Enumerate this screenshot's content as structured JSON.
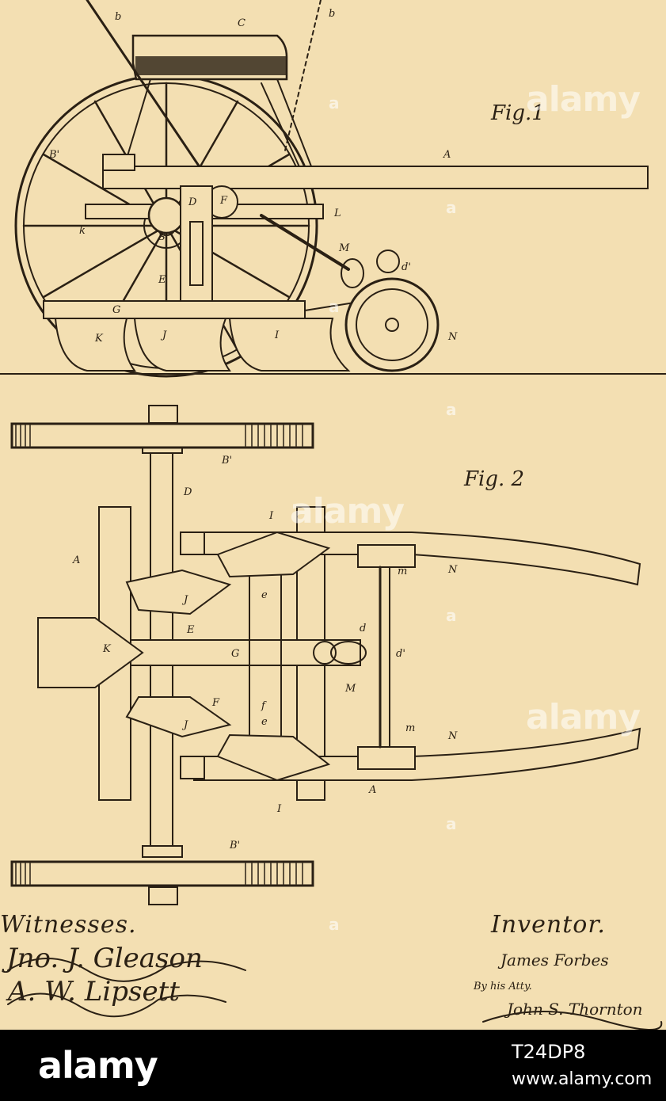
{
  "figures": {
    "fig1_title": "Fig.1",
    "fig2_title": "Fig. 2"
  },
  "labels": {
    "fig1": [
      "b",
      "C",
      "b",
      "A",
      "B'",
      "D",
      "F",
      "L",
      "k",
      "S",
      "M",
      "d'",
      "E",
      "G",
      "K",
      "J",
      "I",
      "N"
    ],
    "fig2": [
      "B'",
      "D",
      "A",
      "I",
      "J",
      "K",
      "E",
      "G",
      "e",
      "d",
      "d'",
      "M",
      "F",
      "f",
      "e",
      "J",
      "m",
      "N",
      "m",
      "N",
      "A",
      "I",
      "B'"
    ]
  },
  "signatures": {
    "witnesses_heading": "Witnesses.",
    "witness_1": "Jno. J. Gleason",
    "witness_2": "A. W. Lipsett",
    "inventor_heading": "Inventor.",
    "inventor_name": "James Forbes",
    "attorney_line": "By his Atty.",
    "attorney_name": "John S. Thornton"
  },
  "watermark": {
    "text": "alamy",
    "small_text": "a"
  },
  "footer": {
    "brand": "alamy",
    "image_id": "T24DP8",
    "site": "www.alamy.com"
  },
  "colors": {
    "paper": "#f3dfb2",
    "ink": "#2a2014",
    "footer": "#000000"
  }
}
